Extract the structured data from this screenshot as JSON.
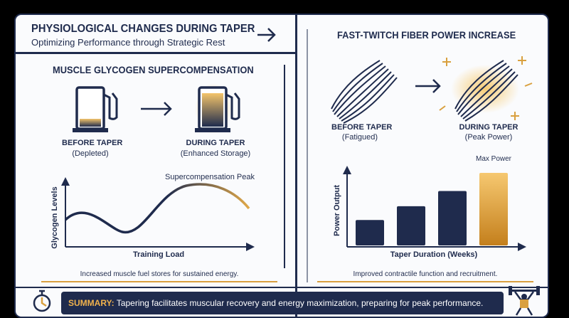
{
  "header": {
    "title": "PHYSIOLOGICAL CHANGES DURING TAPER",
    "subtitle": "Optimizing Performance through Strategic Rest"
  },
  "glycogen": {
    "title": "MUSCLE GLYCOGEN SUPERCOMPENSATION",
    "before_label": "BEFORE TAPER",
    "before_sub": "(Depleted)",
    "during_label": "DURING TAPER",
    "during_sub": "(Enhanced Storage)",
    "before_fill": 0.25,
    "during_fill": 0.8,
    "caption": "Increased muscle fuel stores for sustained energy."
  },
  "glycogen_chart": {
    "annotation": "Supercompensation Peak",
    "ylabel": "Glycogen Levels",
    "xlabel": "Training Load"
  },
  "fiber": {
    "title": "FAST-TWITCH FIBER POWER INCREASE",
    "before_label": "BEFORE TAPER",
    "before_sub": "(Fatigued)",
    "during_label": "DURING TAPER",
    "during_sub": "(Peak Power)",
    "caption": "Improved contractile function and recruitment."
  },
  "chart_data": {
    "type": "bar",
    "ylabel": "Power Output",
    "xlabel": "Taper Duration (Weeks)",
    "annotation": "Max Power",
    "values": [
      0.35,
      0.54,
      0.75,
      1.0
    ],
    "highlight_index": 3
  },
  "summary": {
    "label": "SUMMARY:",
    "text": "Tapering facilitates muscular recovery and energy maximization, preparing for peak performance."
  },
  "colors": {
    "navy": "#1f2b4d",
    "gold": "#d9a03f",
    "background": "#fafbfd"
  },
  "icons": [
    "arrow-right-icon",
    "fuel-pump-icon",
    "muscle-fiber-icon",
    "stopwatch-icon",
    "weightlifter-icon"
  ]
}
